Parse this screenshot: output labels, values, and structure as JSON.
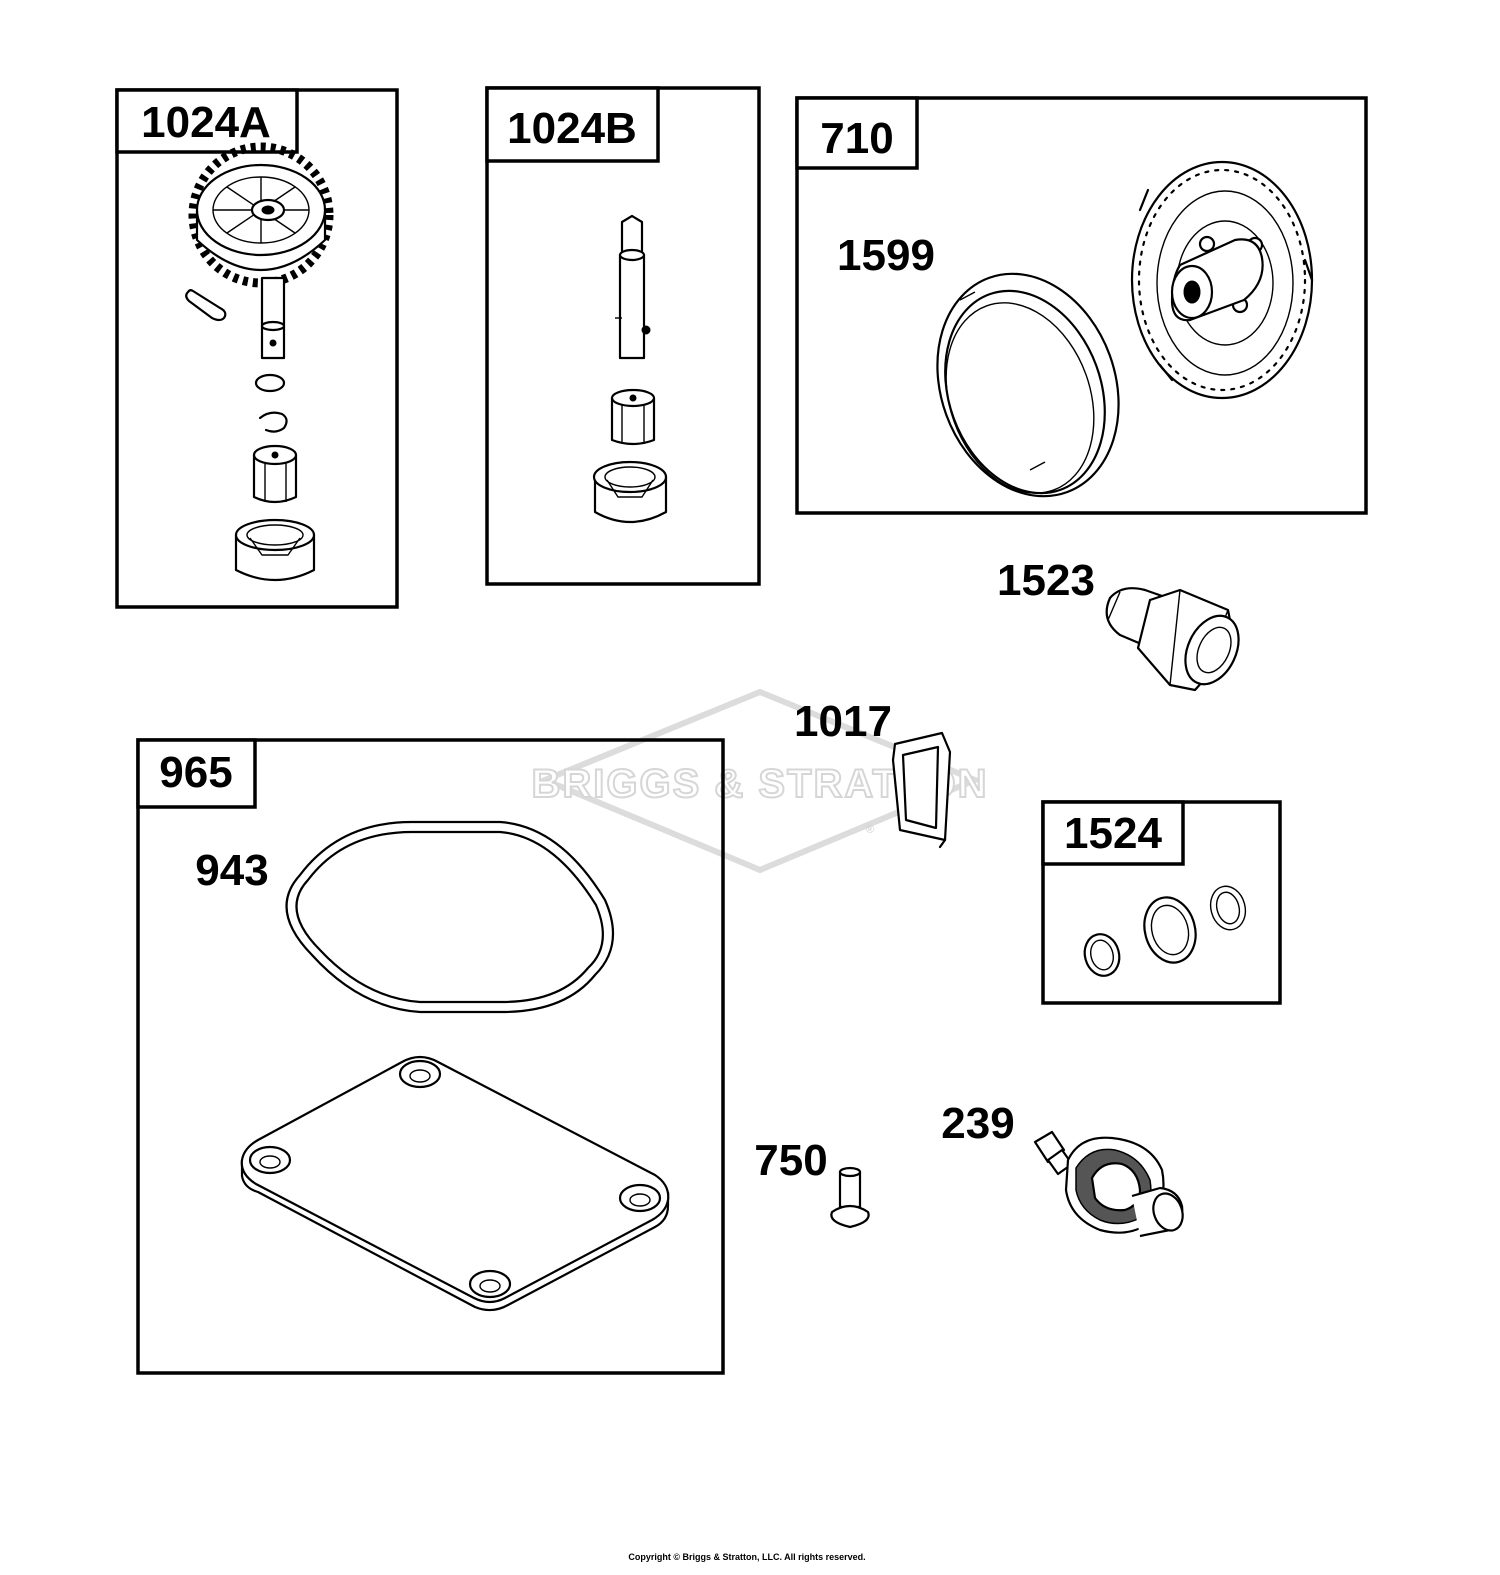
{
  "watermark": {
    "brand": "BRIGGS & STRATTON",
    "registered": "®"
  },
  "groups": [
    {
      "id": "kit-1024A",
      "label": "1024A"
    },
    {
      "id": "kit-1024B",
      "label": "1024B"
    },
    {
      "id": "kit-710",
      "label": "710"
    },
    {
      "id": "kit-965",
      "label": "965"
    },
    {
      "id": "kit-1524",
      "label": "1524"
    }
  ],
  "callouts": {
    "p1599": "1599",
    "p1523": "1523",
    "p1017": "1017",
    "p943": "943",
    "p750": "750",
    "p239": "239"
  },
  "footer": {
    "copyright": "Copyright © Briggs & Stratton, LLC. All rights reserved."
  },
  "colors": {
    "line": "#000000",
    "background": "#ffffff",
    "watermark": "#d6d6d6"
  }
}
